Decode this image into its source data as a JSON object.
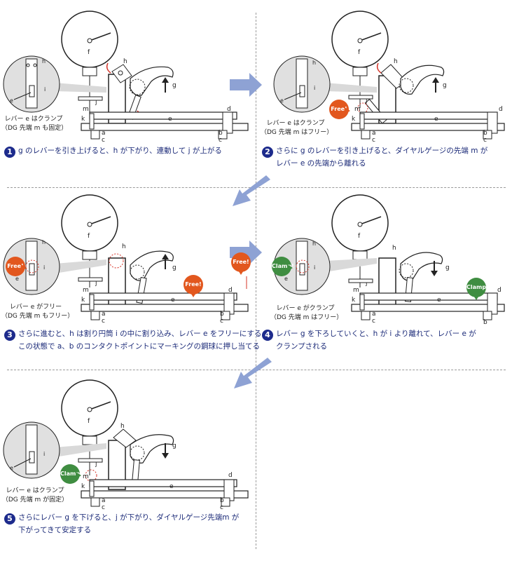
{
  "labels": {
    "f": "f",
    "h": "h",
    "g": "g",
    "i": "i",
    "j": "j",
    "e": "e",
    "d": "d",
    "m": "m",
    "k": "k",
    "a": "a",
    "b": "b",
    "c": "c"
  },
  "badges": {
    "free": "Free!",
    "clamp": "Clamp!"
  },
  "steps": [
    {
      "number": "1",
      "lines": [
        "g のレバーを引き上げると、h が下がり、連動して j が上がる"
      ],
      "note_lines": [
        "レバー e はクランプ",
        "（DG 先端 m も固定）"
      ]
    },
    {
      "number": "2",
      "lines": [
        "さらに g のレバーを引き上げると、ダイヤルゲージの先端 m が",
        "レバー e の先端から離れる"
      ],
      "note_lines": [
        "レバー e はクランプ",
        "（DG 先端 m はフリー）"
      ]
    },
    {
      "number": "3",
      "lines": [
        "さらに進むと、h は割り円筒 i の中に割り込み、レバー e をフリーにする",
        "この状態で a、b のコンタクトポイントにマーキングの鋼球に押し当てる"
      ],
      "note_lines": [
        "レバー e がフリー",
        "（DG 先端 m もフリー）"
      ]
    },
    {
      "number": "4",
      "lines": [
        "レバー g を下ろしていくと、h が i より離れて、レバー e が",
        "クランプされる"
      ],
      "note_lines": [
        "レバー e がクランプ",
        "（DG 先端 m はフリー）"
      ]
    },
    {
      "number": "5",
      "lines": [
        "さらにレバー g を下げると、j が下がり、ダイヤルゲージ先端m が",
        "下がってきて安定する"
      ],
      "note_lines": [
        "レバー e はクランプ",
        "（DG 先端 m が固定）"
      ]
    }
  ],
  "colors": {
    "navy": "#1d2b8c",
    "step_text": "#1b2a78",
    "arrow": "#8ea2d4",
    "free": "#e2571e",
    "clamp": "#3f8d41",
    "red": "#d6352a",
    "blue_line": "#7fa6d8"
  }
}
